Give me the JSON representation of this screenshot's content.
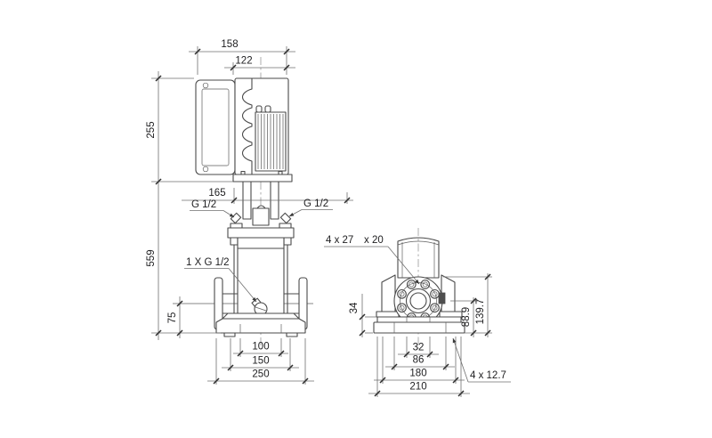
{
  "colors": {
    "background": "#ffffff",
    "object_line": "#4a4a4a",
    "dimension_line": "#6f6f6f",
    "text": "#1d1d1f"
  },
  "front_view": {
    "dimensions": {
      "total_width": "158",
      "motor_width": "122",
      "motor_height": "255",
      "total_height": "559",
      "head_width": "165",
      "port_height": "75",
      "base_holes_spacing": "100",
      "base_mid_width": "150",
      "base_width": "250"
    },
    "annotations": {
      "plug_left": "G 1/2",
      "plug_right": "G 1/2",
      "drain": "1 X G 1/2"
    }
  },
  "side_view": {
    "dimensions": {
      "base_height": "34",
      "port_center_height": "88.9",
      "flange_top_height": "139.7",
      "slot_spacing": "32",
      "bolt_spacing": "86",
      "base_bolt_width": "180",
      "base_width": "210"
    },
    "annotations": {
      "flange_holes": "4 x 27",
      "flange_holes_depth": "x 20",
      "base_holes": "4 x 12.7"
    }
  }
}
